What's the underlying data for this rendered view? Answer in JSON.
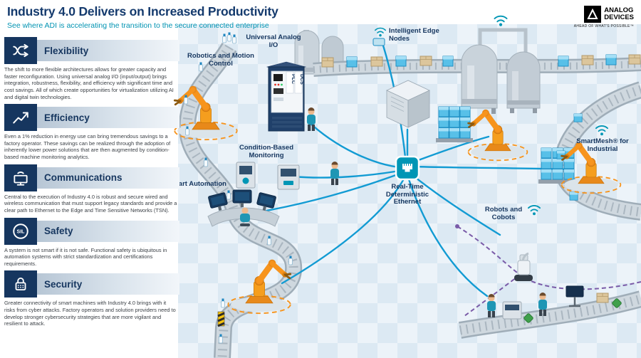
{
  "header": {
    "title": "Industry 4.0 Delivers on Increased Productivity",
    "subtitle": "See where ADI is accelerating the transition to the secure connected enterprise"
  },
  "logo": {
    "brand_line1": "ANALOG",
    "brand_line2": "DEVICES",
    "tagline": "AHEAD OF WHAT'S POSSIBLE™"
  },
  "sidebar": {
    "sections": [
      {
        "title": "Flexibility",
        "icon": "flexibility-arrows-icon",
        "body": "The shift to more flexible architectures allows for greater capacity and faster reconfiguration. Using universal analog I/O (input/output) brings integration, robustness, flexibility, and efficiency with significant time and cost savings. All of which create opportunities for virtualization utilizing AI and digital twin technologies."
      },
      {
        "title": "Efficiency",
        "icon": "efficiency-chart-icon",
        "body": "Even a 1% reduction in energy use can bring tremendous savings to a factory operator. These savings can be realized through the adoption of inherently lower power solutions that are then augmented by condition-based machine monitoring analytics."
      },
      {
        "title": "Communications",
        "icon": "communications-icon",
        "body": "Central to the execution of Industry 4.0 is robust and secure wired and wireless communication that must support legacy standards and provide a clear path to Ethernet to the Edge and Time Sensitive Networks (TSN)."
      },
      {
        "title": "Safety",
        "icon": "sil-safety-icon",
        "icon_text": "SIL",
        "body": "A system is not smart if it is not safe. Functional safety is ubiquitous in automation systems with strict standardization and certifications requirements."
      },
      {
        "title": "Security",
        "icon": "security-lock-icon",
        "body": "Greater connectivity of smart machines with Industry 4.0 brings with it risks from cyber attacks. Factory operators and solution providers need to develop stronger cybersecurity strategies that are more vigilant and resilient to attack."
      }
    ]
  },
  "diagram": {
    "labels": {
      "robotics": "Robotics and Motion Control",
      "universal_io": "Universal Analog I/O",
      "edge_nodes": "Intelligent Edge Nodes",
      "smartmesh": "SmartMesh® for Industrial",
      "condition_monitoring": "Condition-Based Monitoring",
      "smart_automation": "Smart Automation",
      "ethernet": "Real-Time Deterministic Ethernet",
      "robots_cobots": "Robots and Cobots",
      "plc": "PLC",
      "dcs": "DCS"
    },
    "icons": {
      "wifi": "wifi-icon",
      "ethernet_port": "ethernet-port-icon"
    }
  },
  "colors": {
    "navy": "#16365f",
    "teal": "#0096b5",
    "line_blue": "#129bd3",
    "orange": "#f7941d",
    "purple": "#7a5ba8"
  }
}
